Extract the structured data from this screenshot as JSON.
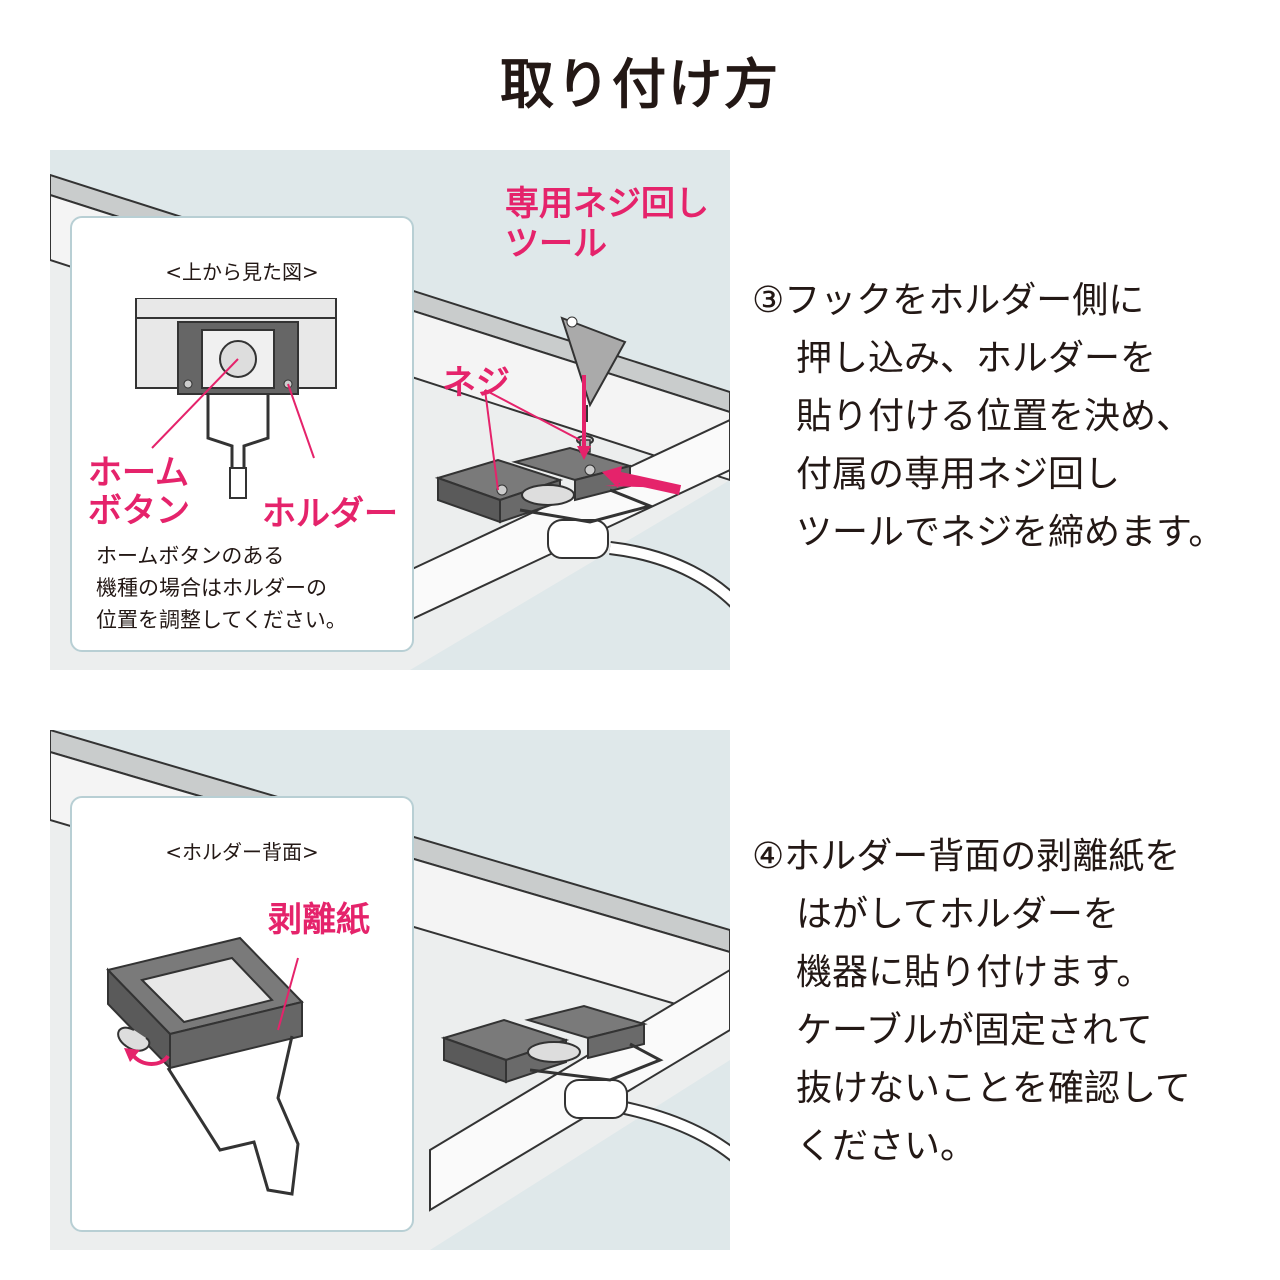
{
  "title": "取り付け方",
  "panel1": {
    "inset_caption": "<上から見た図>",
    "label_home_button": [
      "ホーム",
      "ボタン"
    ],
    "label_holder": "ホルダー",
    "note": [
      "ホームボタンのある",
      "機種の場合はホルダーの",
      "位置を調整してください。"
    ],
    "label_tool": [
      "専用ネジ回し",
      "ツール"
    ],
    "label_screw": "ネジ"
  },
  "panel2": {
    "inset_caption": "<ホルダー背面>",
    "label_release_paper": "剥離紙"
  },
  "step3": [
    "③フックをホルダー側に",
    "押し込み、ホルダーを",
    "貼り付ける位置を決め、",
    "付属の専用ネジ回し",
    "ツールでネジを締めます。"
  ],
  "step4": [
    "④ホルダー背面の剥離紙を",
    "はがしてホルダーを",
    "機器に貼り付けます。",
    "ケーブルが固定されて",
    "抜けないことを確認して",
    "ください。"
  ],
  "colors": {
    "accent": "#e5236b",
    "panel_bg": "#dfe8ea",
    "holder": "#5a5a5a",
    "text": "#231815"
  }
}
